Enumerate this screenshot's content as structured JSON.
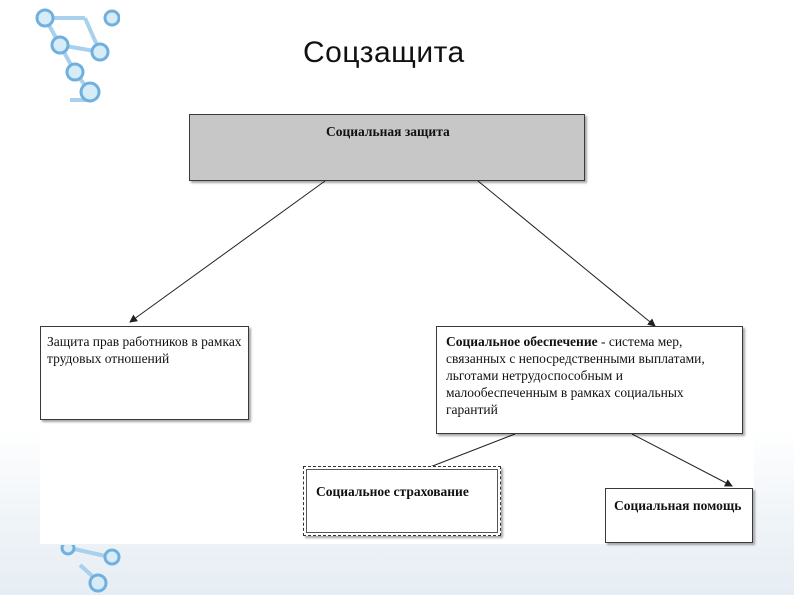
{
  "slide": {
    "title": "Соцзащита"
  },
  "diagram": {
    "root": {
      "label": "Социальная защита"
    },
    "left": {
      "label": "Защита прав работников в рамках трудовых отношений"
    },
    "right": {
      "term": "Социальное обеспечение",
      "definition": " - система мер, связанных с непосредственными выплатами, льготами нетрудоспособным и малообеспеченным в рамках социальных гарантий"
    },
    "insurance": {
      "label": "Социальное страхование"
    },
    "assistance": {
      "label": "Социальная помощь"
    },
    "colors": {
      "root_fill": "#c7c7c7",
      "logo": "#7fb8e0"
    }
  }
}
